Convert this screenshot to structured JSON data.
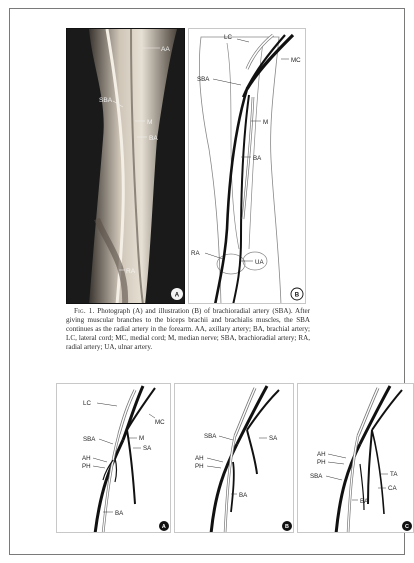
{
  "figure1": {
    "panel_a_labels": {
      "aa": "AA",
      "sba": "SBA",
      "m": "M",
      "ba": "BA",
      "ra": "RA"
    },
    "panel_b_labels": {
      "lc": "LC",
      "mc": "MC",
      "sba": "SBA",
      "m": "M",
      "ba": "BA",
      "ra": "RA",
      "ua": "UA"
    },
    "badges": {
      "a": "A",
      "b": "B"
    },
    "caption": {
      "figure_number": "Fig. 1.",
      "text": "Photograph (A) and illustration (B) of brachioradial artery (SBA). After giving muscular branches to the biceps brachii and brachialis muscles, the SBA continues as the radial artery in the forearm. AA, axillary artery; BA, brachial artery; LC, lateral cord; MC, medial cord; M, median nerve; SBA, brachioradial artery; RA, radial artery; UA, ulnar artery."
    }
  },
  "figure2": {
    "panel_a": {
      "labels": {
        "lc": "LC",
        "mc": "MC",
        "sba": "SBA",
        "m": "M",
        "sa": "SA",
        "ah": "AH",
        "ph": "PH",
        "ba": "BA"
      },
      "badge": "A"
    },
    "panel_b": {
      "labels": {
        "sba": "SBA",
        "sa": "SA",
        "ah": "AH",
        "ph": "PH",
        "ba": "BA"
      },
      "badge": "B"
    },
    "panel_c": {
      "labels": {
        "ah": "AH",
        "ph": "PH",
        "sba": "SBA",
        "ta": "TA",
        "ca": "CA",
        "ba": "BA"
      },
      "badge": "C"
    }
  }
}
